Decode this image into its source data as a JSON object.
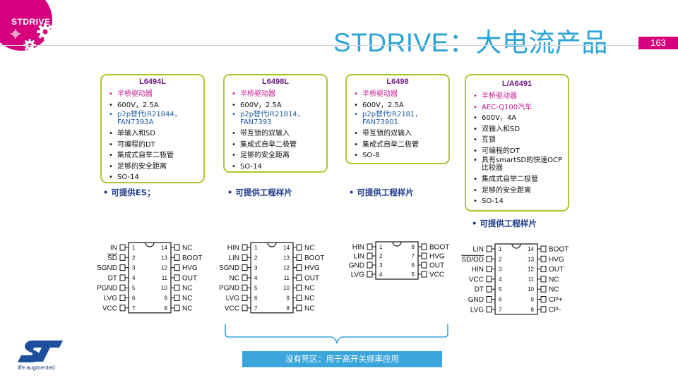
{
  "logo": {
    "name": "STDRIVE"
  },
  "title": "STDRIVE：大电流产品",
  "page_number": "163",
  "products": [
    {
      "name": "L6494L",
      "features": [
        {
          "text": "半桥驱动器",
          "style": "pink"
        },
        {
          "text": "600V，2.5A",
          "style": ""
        },
        {
          "text": "p2p替代IR21844，FAN7393A",
          "style": "blue"
        },
        {
          "text": "单输入和SD",
          "style": ""
        },
        {
          "text": "可编程的DT",
          "style": ""
        },
        {
          "text": "集成式自举二极管",
          "style": ""
        },
        {
          "text": "足够的安全距离",
          "style": ""
        },
        {
          "text": "SO-14",
          "style": ""
        }
      ],
      "availability": "• 可提供ES；"
    },
    {
      "name": "L6498L",
      "features": [
        {
          "text": "半桥驱动器",
          "style": "pink"
        },
        {
          "text": "600V，2.5A",
          "style": ""
        },
        {
          "text": "p2p替代IR21814，FAN7393",
          "style": "blue"
        },
        {
          "text": "带互锁的双输入",
          "style": ""
        },
        {
          "text": "集成式自举二极管",
          "style": ""
        },
        {
          "text": "足够的安全距离",
          "style": ""
        },
        {
          "text": "SO-14",
          "style": ""
        }
      ],
      "availability": "• 可提供工程样片"
    },
    {
      "name": "L6498",
      "features": [
        {
          "text": "半桥驱动器",
          "style": "pink"
        },
        {
          "text": "600V，2.5A",
          "style": ""
        },
        {
          "text": "p2p替代IR2181，FAN73901",
          "style": "blue"
        },
        {
          "text": "带互锁的双输入",
          "style": ""
        },
        {
          "text": "集成式自举二极管",
          "style": ""
        },
        {
          "text": "SO-8",
          "style": ""
        }
      ],
      "availability": "• 可提供工程样片"
    },
    {
      "name": "L/A6491",
      "features": [
        {
          "text": "半桥驱动器",
          "style": "pink"
        },
        {
          "text": "AEC-Q100汽车",
          "style": "pink"
        },
        {
          "text": "600V，4A",
          "style": ""
        },
        {
          "text": "双输入和SD",
          "style": ""
        },
        {
          "text": "互锁",
          "style": ""
        },
        {
          "text": "可编程的DT",
          "style": ""
        },
        {
          "text": "具有smartSD的快速OCP比较器",
          "style": ""
        },
        {
          "text": "集成式自举二极管",
          "style": ""
        },
        {
          "text": "足够的安全距离",
          "style": ""
        },
        {
          "text": "SO-14",
          "style": ""
        }
      ],
      "availability": "• 可提供工程样片"
    }
  ],
  "pinouts": [
    {
      "left": [
        "IN",
        "SD",
        "SGND",
        "DT",
        "PGND",
        "LVG",
        "VCC"
      ],
      "right": [
        "NC",
        "BOOT",
        "HVG",
        "OUT",
        "NC",
        "NC",
        "NC"
      ],
      "overline": [
        "SD"
      ]
    },
    {
      "left": [
        "HIN",
        "LIN",
        "SGND",
        "NC",
        "PGND",
        "LVG",
        "VCC"
      ],
      "right": [
        "NC",
        "BOOT",
        "HVG",
        "OUT",
        "NC",
        "NC",
        "NC"
      ],
      "overline": []
    },
    {
      "left": [
        "HIN",
        "LIN",
        "GND",
        "LVG"
      ],
      "right": [
        "BOOT",
        "HVG",
        "OUT",
        "VCC"
      ],
      "overline": []
    },
    {
      "left": [
        "LIN",
        "SD/OD",
        "HIN",
        "VCC",
        "DT",
        "GND",
        "LVG"
      ],
      "right": [
        "BOOT",
        "HVG",
        "OUT",
        "NC",
        "NC",
        "CP+",
        "CP-"
      ],
      "overline": [
        "SD/OD"
      ]
    }
  ],
  "banner": "没有死区：用于高开关频率应用",
  "st_tagline": "life.augmented",
  "colors": {
    "accent_blue": "#2aa3d8",
    "magenta": "#d6007e",
    "card_border": "#a8c92e"
  }
}
